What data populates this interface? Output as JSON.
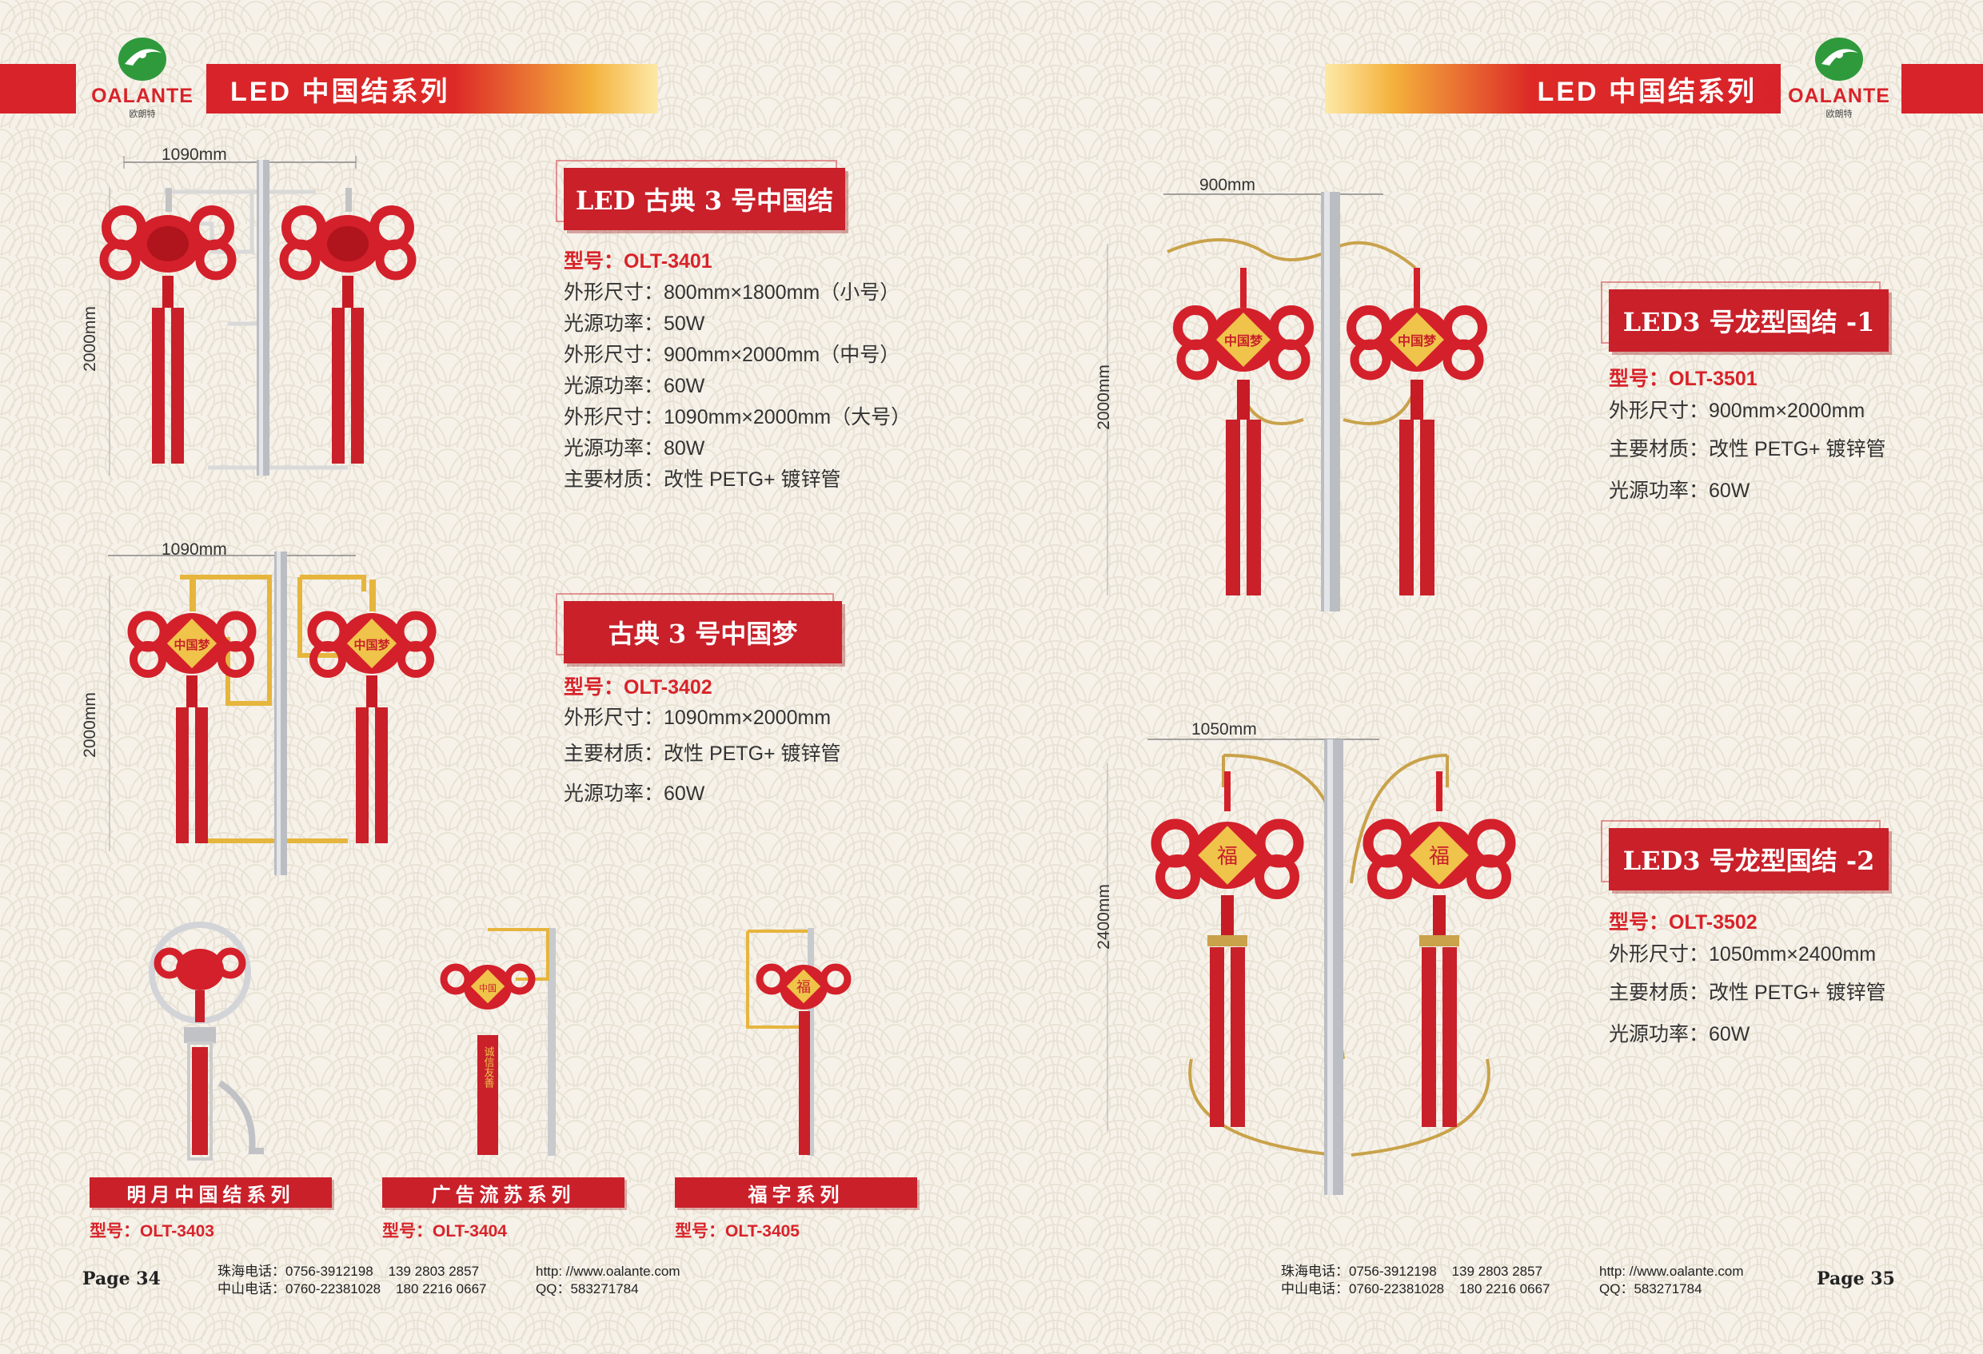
{
  "header": {
    "series_title": "LED 中国结系列",
    "brand": "OALANTE",
    "brand_cn": "欧朗特"
  },
  "left_page": {
    "products": [
      {
        "title": "LED 古典 3 号中国结",
        "model": "型号：OLT-3401",
        "specs": [
          "外形尺寸：800mm×1800mm（小号）",
          "光源功率：50W",
          "外形尺寸：900mm×2000mm（中号）",
          "光源功率：60W",
          "外形尺寸：1090mm×2000mm（大号）",
          "光源功率：80W",
          "主要材质：改性 PETG+ 镀锌管"
        ],
        "width_dim": "1090mm",
        "height_dim": "2000mm"
      },
      {
        "title": "古典 3 号中国梦",
        "model": "型号：OLT-3402",
        "specs": [
          "外形尺寸：1090mm×2000mm",
          "主要材质：改性 PETG+ 镀锌管",
          "光源功率：60W"
        ],
        "width_dim": "1090mm",
        "height_dim": "2000mm"
      }
    ],
    "small_products": [
      {
        "caption": "明月中国结系列",
        "model": "型号：OLT-3403"
      },
      {
        "caption": "广告流苏系列",
        "model": "型号：OLT-3404"
      },
      {
        "caption": "福字系列",
        "model": "型号：OLT-3405"
      }
    ],
    "page_label": "Page 34"
  },
  "right_page": {
    "products": [
      {
        "title": "LED3 号龙型国结 -1",
        "model": "型号：OLT-3501",
        "specs": [
          "外形尺寸：900mm×2000mm",
          "主要材质：改性 PETG+ 镀锌管",
          "光源功率：60W"
        ],
        "width_dim": "900mm",
        "height_dim": "2000mm"
      },
      {
        "title": "LED3 号龙型国结 -2",
        "model": "型号：OLT-3502",
        "specs": [
          "外形尺寸：1050mm×2400mm",
          "主要材质：改性 PETG+ 镀锌管",
          "光源功率：60W"
        ],
        "width_dim": "1050mm",
        "height_dim": "2400mm"
      }
    ],
    "page_label": "Page 35"
  },
  "footer": {
    "zhuhai": "珠海电话：0756-3912198",
    "zhuhai_mobile": "139 2803 2857",
    "zhongshan": "中山电话：0760-22381028",
    "zhongshan_mobile": "180 2216 0667",
    "web": "http: //www.oalante.com",
    "qq": "QQ：583271784"
  },
  "panel_text": {
    "zhongguomeng": "中国梦",
    "fu": "福",
    "zhongguo": "中国",
    "ad_banner": "诚信友善"
  },
  "colors": {
    "brand_red": "#d8232a",
    "knot_red": "#d3202b",
    "gold": "#e7b83e",
    "pole": "#b9bcc1"
  }
}
